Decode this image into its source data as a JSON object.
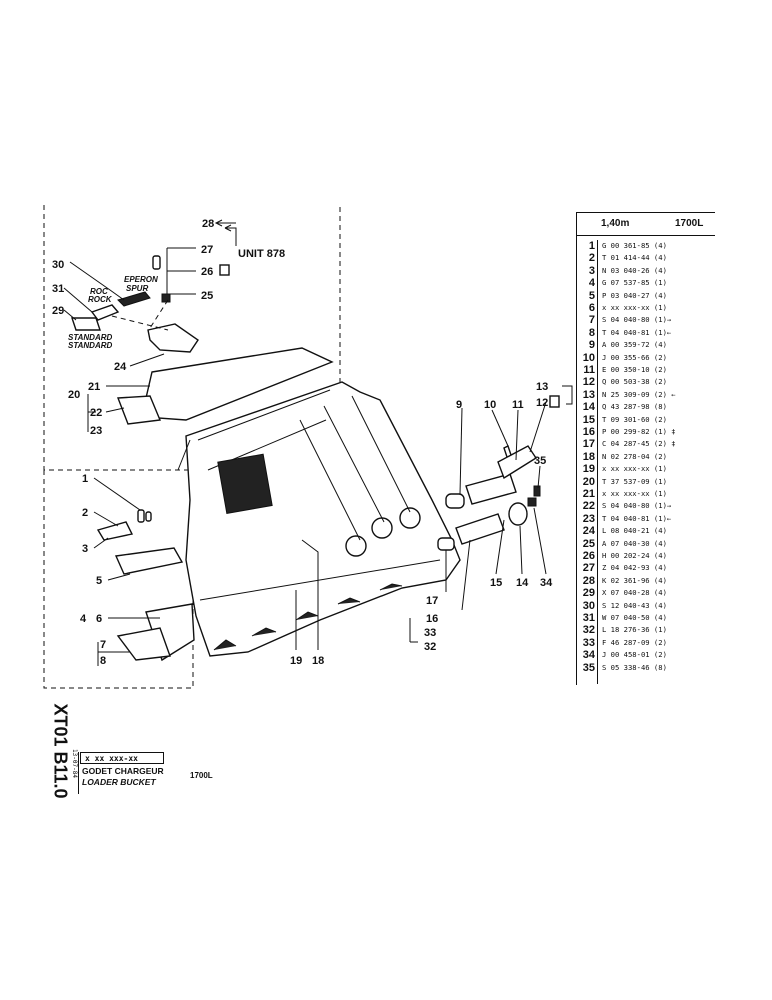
{
  "table": {
    "header_size": "1,40m",
    "header_model": "1700L",
    "rows": [
      {
        "n": "1",
        "ref": "G 00 361-85 (4)"
      },
      {
        "n": "2",
        "ref": "T 01 414-44 (4)"
      },
      {
        "n": "3",
        "ref": "N 03 040-26 (4)"
      },
      {
        "n": "4",
        "ref": "G 07 537-85 (1)"
      },
      {
        "n": "5",
        "ref": "P 03 040-27 (4)"
      },
      {
        "n": "6",
        "ref": "x xx xxx-xx (1)"
      },
      {
        "n": "7",
        "ref": "S 04 040-80 (1)→"
      },
      {
        "n": "8",
        "ref": "T 04 040-81 (1)←"
      },
      {
        "n": "9",
        "ref": "A 00 359-72 (4)"
      },
      {
        "n": "10",
        "ref": "J 00 355-66 (2)"
      },
      {
        "n": "11",
        "ref": "E 00 350-10 (2)"
      },
      {
        "n": "12",
        "ref": "Q 00 503-38 (2)"
      },
      {
        "n": "13",
        "ref": "N 25 309-09 (2) ←"
      },
      {
        "n": "14",
        "ref": "Q 43 287-98 (8)"
      },
      {
        "n": "15",
        "ref": "T 09 301-60 (2)"
      },
      {
        "n": "16",
        "ref": "P 00 299-82 (1) ‡"
      },
      {
        "n": "17",
        "ref": "C 04 287-45 (2) ‡"
      },
      {
        "n": "18",
        "ref": "N 02 278-04 (2)"
      },
      {
        "n": "19",
        "ref": "x xx xxx-xx (1)"
      },
      {
        "n": "20",
        "ref": "T 37 537-09 (1)"
      },
      {
        "n": "21",
        "ref": "x xx xxx-xx (1)"
      },
      {
        "n": "22",
        "ref": "S 04 040-80 (1)→"
      },
      {
        "n": "23",
        "ref": "T 04 040-81 (1)←"
      },
      {
        "n": "24",
        "ref": "L 08 040-21 (4)"
      },
      {
        "n": "25",
        "ref": "A 07 040-30 (4)"
      },
      {
        "n": "26",
        "ref": "H 00 202-24 (4)"
      },
      {
        "n": "27",
        "ref": "Z 04 042-93 (4)"
      },
      {
        "n": "28",
        "ref": "K 02 361-96 (4)"
      },
      {
        "n": "29",
        "ref": "X 07 040-28 (4)"
      },
      {
        "n": "30",
        "ref": "S 12 040-43 (4)"
      },
      {
        "n": "31",
        "ref": "W 07 040-50 (4)"
      },
      {
        "n": "32",
        "ref": "L 18 276-36 (1)"
      },
      {
        "n": "33",
        "ref": "F 46 287-09 (2)"
      },
      {
        "n": "34",
        "ref": "J 00 458-01 (2)"
      },
      {
        "n": "35",
        "ref": "S 05 338-46 (8)"
      }
    ]
  },
  "labels": {
    "unit": "UNIT 878",
    "eperon": "EPERON",
    "spur": "SPUR",
    "roc": "ROC",
    "rock": "ROCK",
    "standard_fr": "STANDARD",
    "standard_en": "STANDARD"
  },
  "callouts": [
    "1",
    "2",
    "3",
    "4",
    "5",
    "6",
    "7",
    "8",
    "9",
    "10",
    "11",
    "12",
    "13",
    "14",
    "15",
    "16",
    "17",
    "18",
    "19",
    "20",
    "21",
    "22",
    "23",
    "24",
    "25",
    "26",
    "27",
    "28",
    "29",
    "30",
    "31",
    "32",
    "33",
    "34",
    "35"
  ],
  "title_block": {
    "code": "XT01 B11.0",
    "date": "13-07-84",
    "part_code": "x xx xxx-xx",
    "desc_fr": "GODET CHARGEUR",
    "desc_en": "LOADER BUCKET",
    "model": "1700L"
  }
}
